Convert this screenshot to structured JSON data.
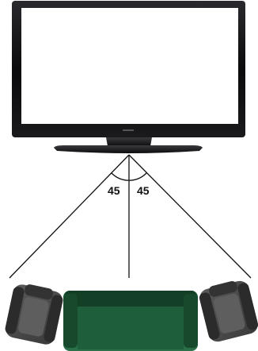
{
  "diagram": {
    "angle_left_label": "45",
    "angle_right_label": "45",
    "colors": {
      "tv_bezel": "#0b0b0d",
      "tv_screen": "#ffffff",
      "lines": "#111111",
      "sofa": "#1f5e3a",
      "sofa_dark": "#123d25",
      "chair": "#4a4a4a",
      "chair_dark": "#2b2b2b"
    },
    "objects": [
      "television",
      "sofa",
      "left-armchair",
      "right-armchair"
    ]
  }
}
